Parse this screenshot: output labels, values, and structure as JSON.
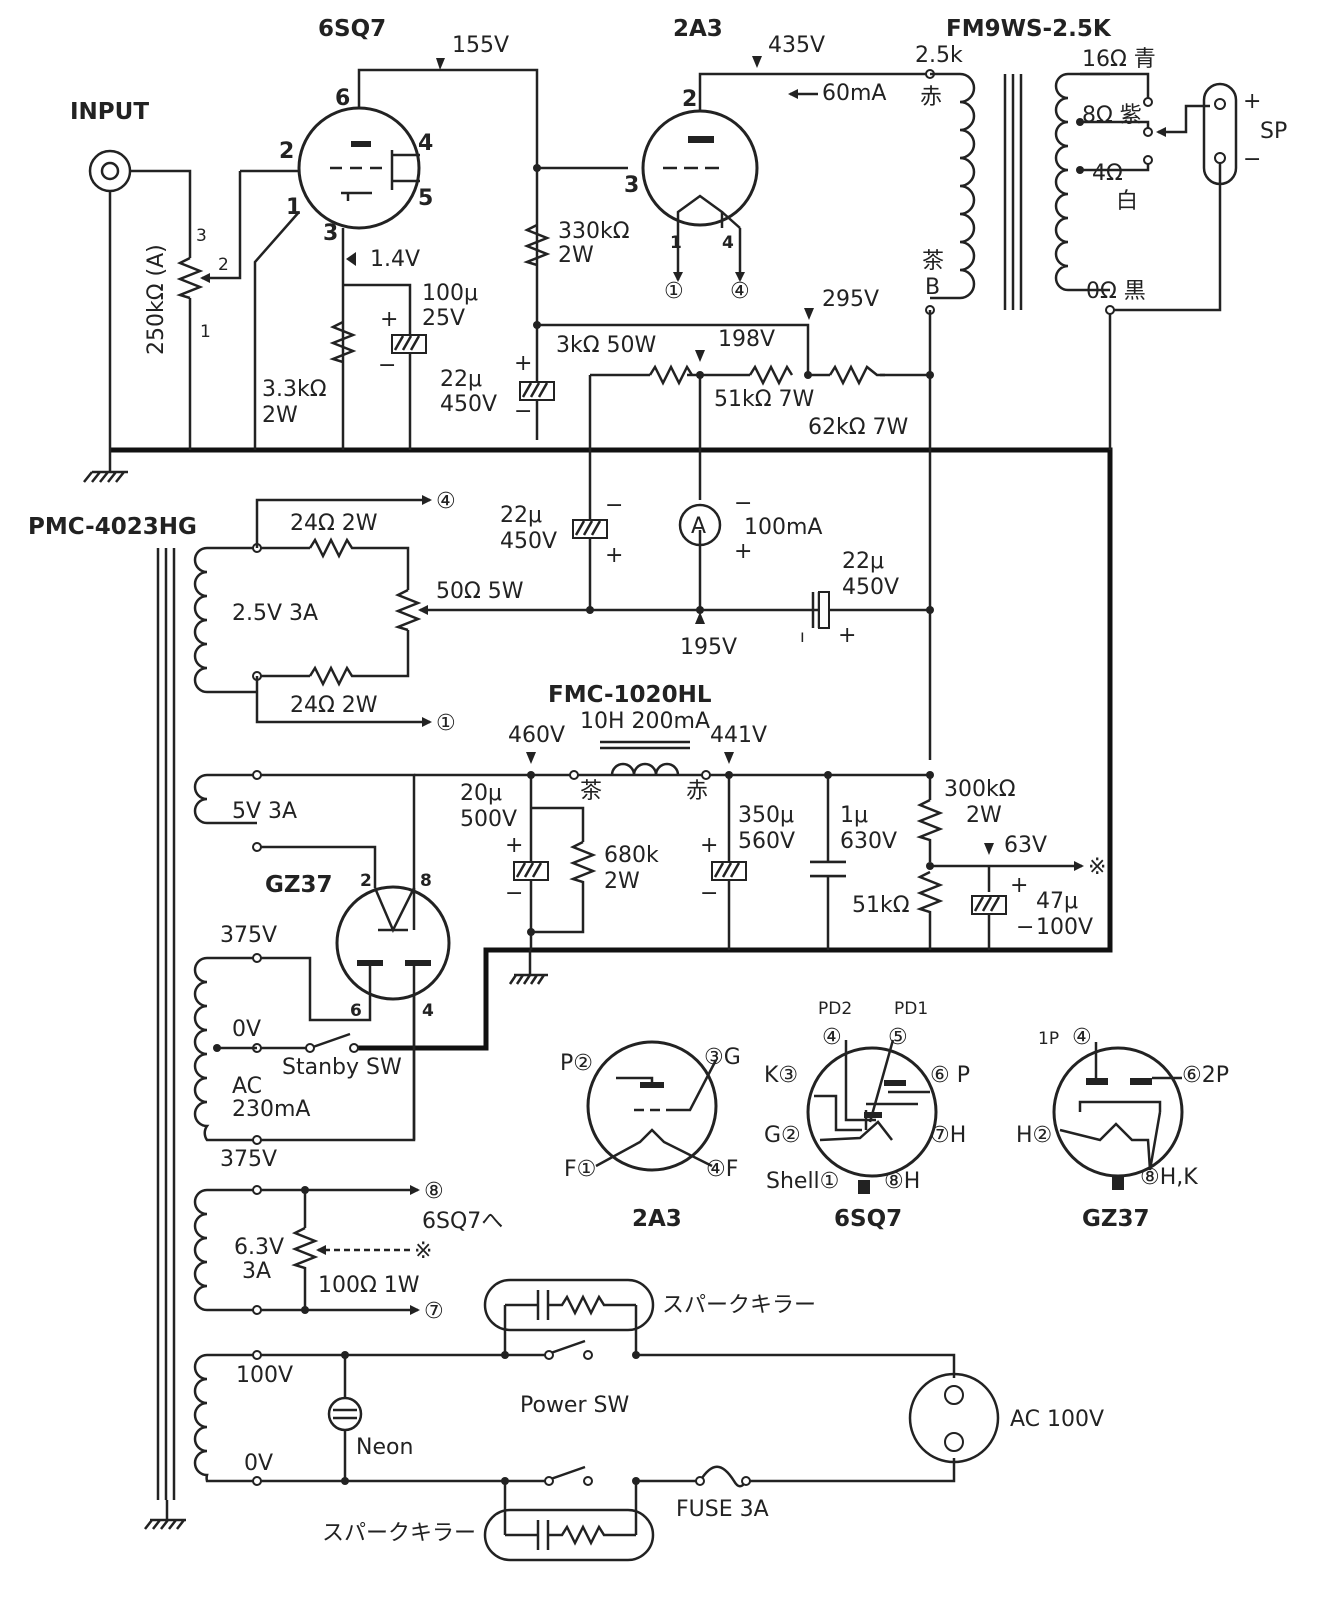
{
  "tubes": {
    "v1": "6SQ7",
    "v2": "2A3",
    "rect": "GZ37"
  },
  "transformers": {
    "output": "FM9WS-2.5K",
    "power": "PMC-4023HG",
    "choke": "FMC-1020HL",
    "choke_spec": "10H 200mA"
  },
  "input": {
    "label": "INPUT",
    "pot": "250kΩ (A)",
    "pot_pins": [
      "3",
      "2",
      "1"
    ]
  },
  "v1_pins": {
    "p6": "6",
    "p2": "2",
    "p4": "4",
    "p5": "5",
    "p1": "1",
    "p3": "3"
  },
  "v2_pins": {
    "p2": "2",
    "p3": "3",
    "p1": "1",
    "p4": "4",
    "c1": "①",
    "c4": "④"
  },
  "voltages": {
    "v155": "155V",
    "v435": "435V",
    "v1_4": "1.4V",
    "v295": "295V",
    "v198": "198V",
    "v195": "195V",
    "v460": "460V",
    "v441": "441V",
    "v63": "63V"
  },
  "currents": {
    "plate": "60mA",
    "meter_letter": "A",
    "meter": "100mA"
  },
  "components": {
    "r330k": [
      "330kΩ",
      "2W"
    ],
    "c100u": [
      "100μ",
      "25V"
    ],
    "r3_3k": [
      "3.3kΩ",
      "2W"
    ],
    "c22u_a": [
      "22μ",
      "450V"
    ],
    "r3k": "3kΩ 50W",
    "r51k7": "51kΩ 7W",
    "r62k": "62kΩ 7W",
    "c22u_b": [
      "22μ",
      "450V"
    ],
    "c22u_c": [
      "22μ",
      "450V"
    ],
    "r24_top": "24Ω 2W",
    "r24_bot": "24Ω 2W",
    "r50": "50Ω 5W",
    "fil_2a3": "2.5V 3A",
    "c20u": [
      "20μ",
      "500V"
    ],
    "r680k": [
      "680k",
      "2W"
    ],
    "c350u": [
      "350μ",
      "560V"
    ],
    "c1u": [
      "1μ",
      "630V"
    ],
    "r300k": [
      "300kΩ",
      "2W"
    ],
    "r51k": "51kΩ",
    "c47u": [
      "47μ",
      "100V"
    ],
    "fil_5v": "5V 3A",
    "hv_top": "375V",
    "hv_ct": "0V",
    "hv_spec": [
      "AC",
      "230mA"
    ],
    "hv_bot": "375V",
    "standby": "Stanby SW",
    "heater": [
      "6.3V",
      "3A"
    ],
    "r100": "100Ω 1W",
    "to_6sq7": "6SQ7へ",
    "pri_100": "100V",
    "pri_0": "0V",
    "neon": "Neon",
    "power_sw": "Power SW",
    "spark1": "スパークキラー",
    "spark2": "スパークキラー",
    "ac_in": "AC 100V",
    "fuse": "FUSE 3A"
  },
  "output_taps": {
    "pri_2_5k": "2.5k",
    "pri_red": "赤",
    "pri_brown": "茶",
    "pri_b": "B",
    "t16": "16Ω 青",
    "t8": "8Ω 紫",
    "t4": "4Ω",
    "t4_color": "白",
    "t0": "0Ω 黒",
    "sp": "SP",
    "sp_plus": "+",
    "sp_minus": "−"
  },
  "markers": {
    "c1": "①",
    "c4": "④",
    "c7": "⑦",
    "c8": "⑧",
    "note": "※",
    "choke_l": "茶",
    "choke_r": "赤",
    "rect_2": "2",
    "rect_8": "8",
    "rect_6": "6",
    "rect_4": "4"
  },
  "basing": {
    "a2a3": {
      "name": "2A3",
      "p": "P②",
      "g": "③G",
      "f1": "F①",
      "f4": "④F"
    },
    "b6sq7": {
      "name": "6SQ7",
      "pd2": "PD2",
      "pd1": "PD1",
      "n4": "④",
      "n5": "⑤",
      "k": "K③",
      "p": "⑥ P",
      "g": "G②",
      "h7": "⑦H",
      "shell": "Shell①",
      "h8": "⑧H"
    },
    "cgz37": {
      "name": "GZ37",
      "p1": "1P",
      "n4": "④",
      "p2": "⑥2P",
      "h": "H②",
      "hk": "⑧H,K"
    }
  }
}
